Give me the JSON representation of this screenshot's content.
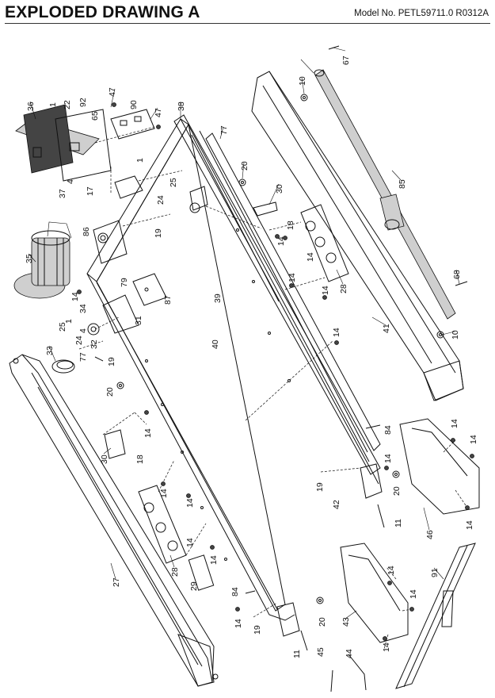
{
  "header": {
    "title": "EXPLODED DRAWING A",
    "model": "Model No. PETL59711.0 R0312A"
  },
  "callouts": [
    {
      "id": "c67a",
      "text": "67"
    },
    {
      "id": "c10a",
      "text": "10"
    },
    {
      "id": "c85",
      "text": "85"
    },
    {
      "id": "c36",
      "text": "36"
    },
    {
      "id": "c1a",
      "text": "1"
    },
    {
      "id": "c22",
      "text": "22"
    },
    {
      "id": "c92",
      "text": "92"
    },
    {
      "id": "c47a",
      "text": "47"
    },
    {
      "id": "c90",
      "text": "90"
    },
    {
      "id": "c47b",
      "text": "47"
    },
    {
      "id": "c38",
      "text": "38"
    },
    {
      "id": "c65",
      "text": "65"
    },
    {
      "id": "c77a",
      "text": "77"
    },
    {
      "id": "c1b",
      "text": "1"
    },
    {
      "id": "c37",
      "text": "37"
    },
    {
      "id": "c4a",
      "text": "4"
    },
    {
      "id": "c17",
      "text": "17"
    },
    {
      "id": "c25a",
      "text": "25"
    },
    {
      "id": "c20a",
      "text": "20"
    },
    {
      "id": "c30a",
      "text": "30"
    },
    {
      "id": "c24a",
      "text": "24"
    },
    {
      "id": "c18a",
      "text": "18"
    },
    {
      "id": "c86",
      "text": "86"
    },
    {
      "id": "c19a",
      "text": "19"
    },
    {
      "id": "c14a",
      "text": "14"
    },
    {
      "id": "c14b",
      "text": "14"
    },
    {
      "id": "c35",
      "text": "35"
    },
    {
      "id": "c28a",
      "text": "28"
    },
    {
      "id": "c14c",
      "text": "14"
    },
    {
      "id": "c79",
      "text": "79"
    },
    {
      "id": "c87",
      "text": "87"
    },
    {
      "id": "c14d",
      "text": "14"
    },
    {
      "id": "c68",
      "text": "68"
    },
    {
      "id": "c14e",
      "text": "14"
    },
    {
      "id": "c34",
      "text": "34"
    },
    {
      "id": "c39",
      "text": "39"
    },
    {
      "id": "c1c",
      "text": "1"
    },
    {
      "id": "c31",
      "text": "31"
    },
    {
      "id": "c25b",
      "text": "25"
    },
    {
      "id": "c4b",
      "text": "4"
    },
    {
      "id": "c14f",
      "text": "14"
    },
    {
      "id": "c41",
      "text": "41"
    },
    {
      "id": "c10b",
      "text": "10"
    },
    {
      "id": "c24b",
      "text": "24"
    },
    {
      "id": "c32",
      "text": "32"
    },
    {
      "id": "c40",
      "text": "40"
    },
    {
      "id": "c33",
      "text": "33"
    },
    {
      "id": "c77b",
      "text": "77"
    },
    {
      "id": "c19b",
      "text": "19"
    },
    {
      "id": "c20b",
      "text": "20"
    },
    {
      "id": "c14g",
      "text": "14"
    },
    {
      "id": "c30b",
      "text": "30"
    },
    {
      "id": "c18b",
      "text": "18"
    },
    {
      "id": "c84a",
      "text": "84"
    },
    {
      "id": "c14h",
      "text": "14"
    },
    {
      "id": "c14i",
      "text": "14"
    },
    {
      "id": "c14j",
      "text": "14"
    },
    {
      "id": "c19c",
      "text": "19"
    },
    {
      "id": "c20c",
      "text": "20"
    },
    {
      "id": "c14k",
      "text": "14"
    },
    {
      "id": "c42",
      "text": "42"
    },
    {
      "id": "c11a",
      "text": "11"
    },
    {
      "id": "c14l",
      "text": "14"
    },
    {
      "id": "c46",
      "text": "46"
    },
    {
      "id": "c14m",
      "text": "14"
    },
    {
      "id": "c14n",
      "text": "14"
    },
    {
      "id": "c28b",
      "text": "28"
    },
    {
      "id": "c27",
      "text": "27"
    },
    {
      "id": "c29",
      "text": "29"
    },
    {
      "id": "c84b",
      "text": "84"
    },
    {
      "id": "c14o",
      "text": "14"
    },
    {
      "id": "c14p",
      "text": "14"
    },
    {
      "id": "c91",
      "text": "91"
    },
    {
      "id": "c14q",
      "text": "14"
    },
    {
      "id": "c14r",
      "text": "14"
    },
    {
      "id": "c19d",
      "text": "19"
    },
    {
      "id": "c20d",
      "text": "20"
    },
    {
      "id": "c43",
      "text": "43"
    },
    {
      "id": "c11b",
      "text": "11"
    },
    {
      "id": "c45",
      "text": "45"
    },
    {
      "id": "c44",
      "text": "44"
    },
    {
      "id": "c14s",
      "text": "14"
    }
  ]
}
